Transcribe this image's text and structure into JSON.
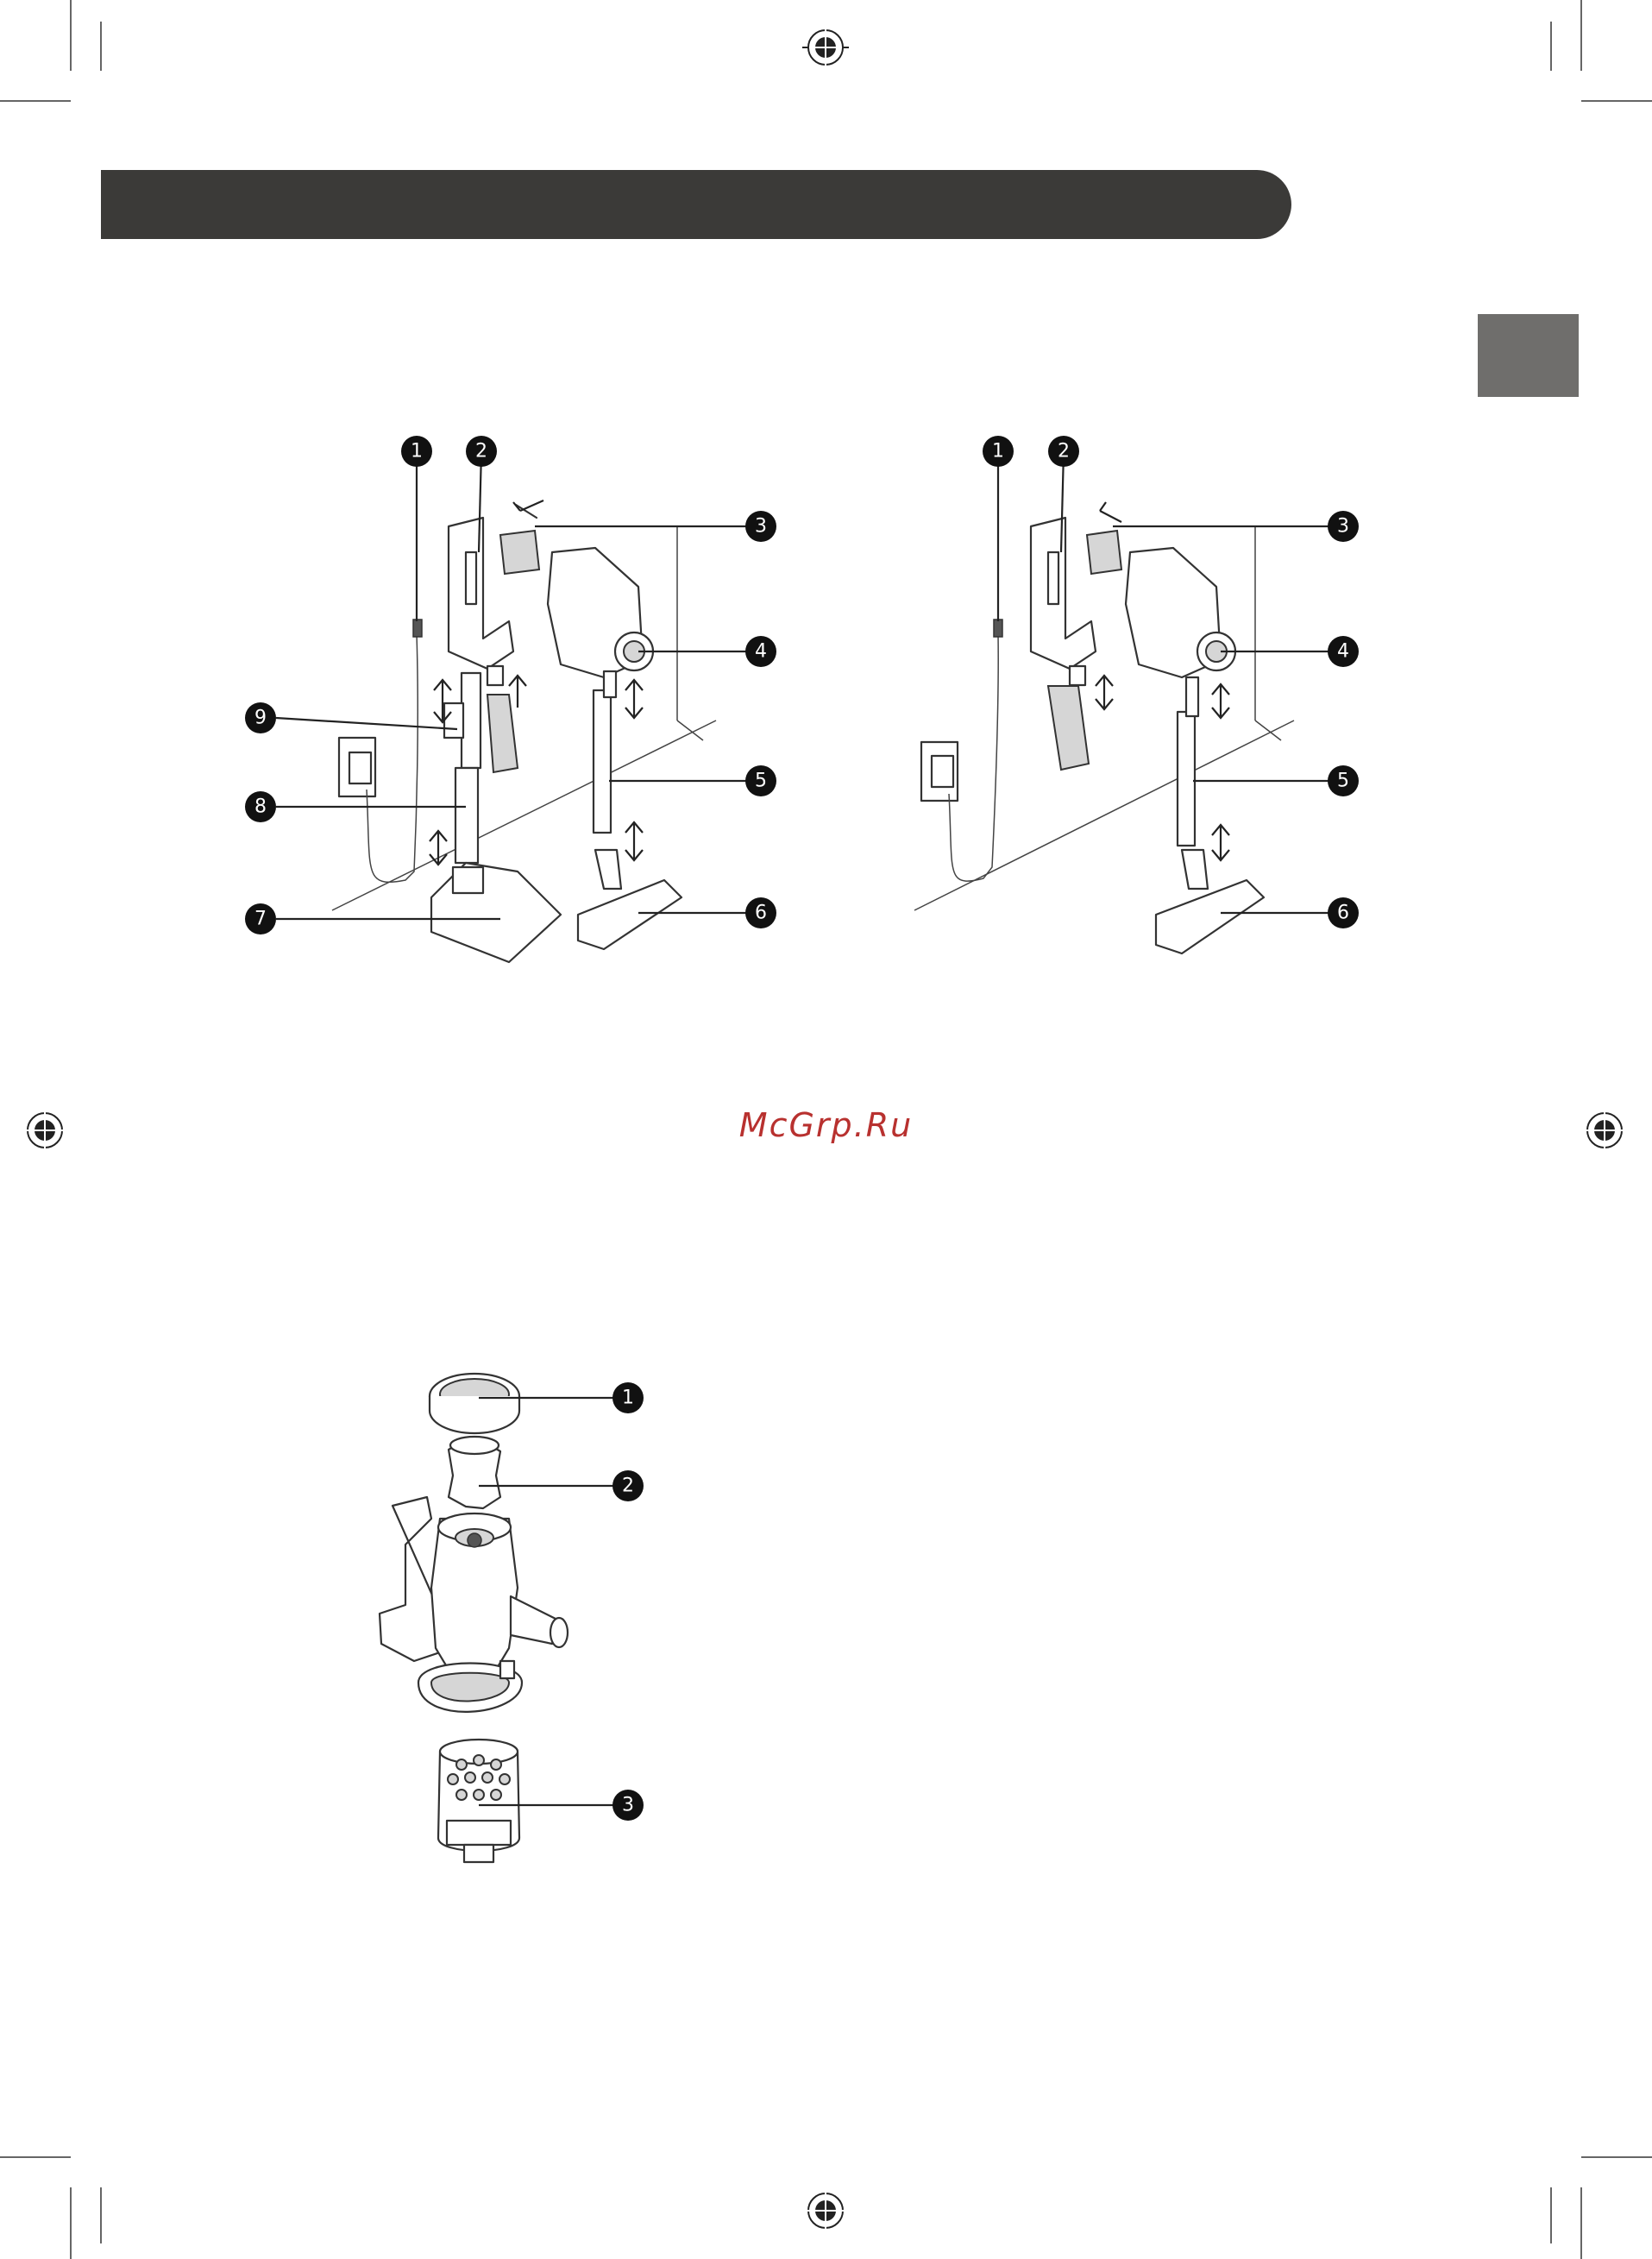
{
  "watermark": "McGrp.Ru",
  "figure_top_left": {
    "callouts": [
      "1",
      "2",
      "3",
      "4",
      "5",
      "6",
      "7",
      "8",
      "9"
    ]
  },
  "figure_top_right": {
    "callouts": [
      "1",
      "2",
      "3",
      "4",
      "5",
      "6"
    ]
  },
  "figure_bottom": {
    "callouts": [
      "1",
      "2",
      "3"
    ]
  },
  "colors": {
    "header_bar": "#3b3a38",
    "side_tab": "#6f6e6c",
    "watermark": "#b8312f"
  }
}
